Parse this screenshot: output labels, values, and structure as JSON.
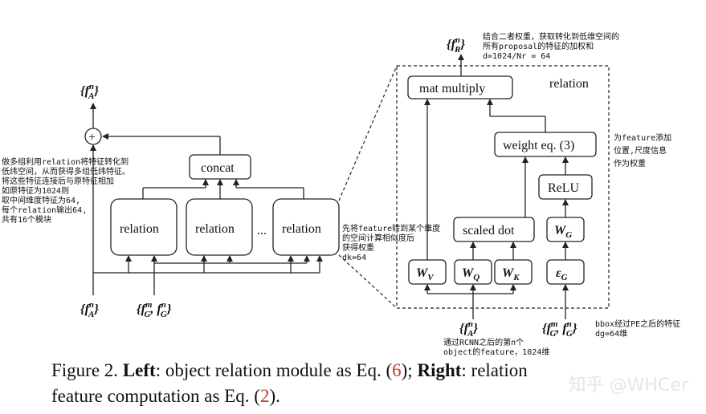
{
  "left_module": {
    "output_label": "{f_A^n}",
    "plus_symbol": "+",
    "concat_label": "concat",
    "relation_label": "relation",
    "ellipsis": "...",
    "input_fa": "{f_A^n}",
    "input_fg": "{f_G^m, f_G^n}"
  },
  "right_module": {
    "title": "relation",
    "output_label": "{f_R^n}",
    "mat_multiply": "mat multiply",
    "weight_eq": "weight eq. (3)",
    "relu": "ReLU",
    "scaled_dot": "scaled dot",
    "wg": "W_G",
    "wv": "W_V",
    "wq": "W_Q",
    "wk": "W_K",
    "eg": "ε_G",
    "input_fa": "{f_A^n}",
    "input_fg": "{f_G^m, f_G^n}"
  },
  "notes": {
    "left": [
      "做多组利用relation将特征转化到",
      "低纬空间，从而获得多组低纬特征。",
      "将这些特征连接后与原特征相加",
      "如原特征为1024则",
      "取中间维度特征为64,",
      "每个relation输出64,",
      "共有16个模块"
    ],
    "middle": [
      "先将feature转到某个维度",
      "的空间计算相似度后",
      "获得权重",
      "dk=64"
    ],
    "top": [
      "结合二者权重，获取转化到低维空间的",
      "所有proposal的特征的加权和",
      "d=1024/Nr = 64"
    ],
    "right": [
      "为feature添加",
      "位置,尺度信息",
      "作为权重"
    ],
    "bottom_fa": [
      "通过RCNN之后的第n个",
      "object的feature，1024维"
    ],
    "bottom_fg": [
      "bbox经过PE之后的特征",
      "dg=64维"
    ]
  },
  "caption": {
    "prefix": "Figure 2. ",
    "left_bold": "Left",
    "left_text": ": object relation module as Eq. (",
    "ref1": "6",
    "mid_text": "); ",
    "right_bold": "Right",
    "right_text": ": relation",
    "line2": "feature computation as Eq. (",
    "ref2": "2",
    "end": ")."
  },
  "watermark": "知乎 @WHCer"
}
